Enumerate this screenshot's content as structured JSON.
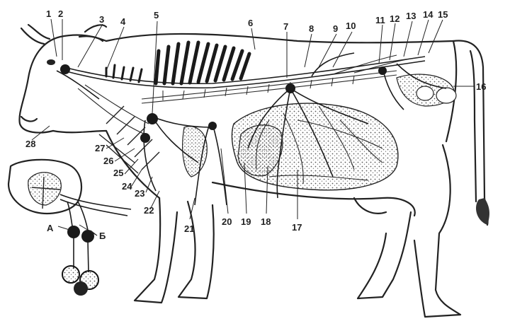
{
  "labels_top": [
    "1",
    "2",
    "3",
    "4",
    "5",
    "6",
    "7",
    "8",
    "9",
    "10",
    "11",
    "12",
    "13",
    "14",
    "15"
  ],
  "labels_right": [
    "16"
  ],
  "labels_bottom": [
    "17",
    "18",
    "19",
    "20",
    "21",
    "22",
    "23",
    "24",
    "25",
    "26",
    "27"
  ],
  "labels_head": [
    "28"
  ],
  "labels_inset": [
    "A",
    "Б"
  ]
}
